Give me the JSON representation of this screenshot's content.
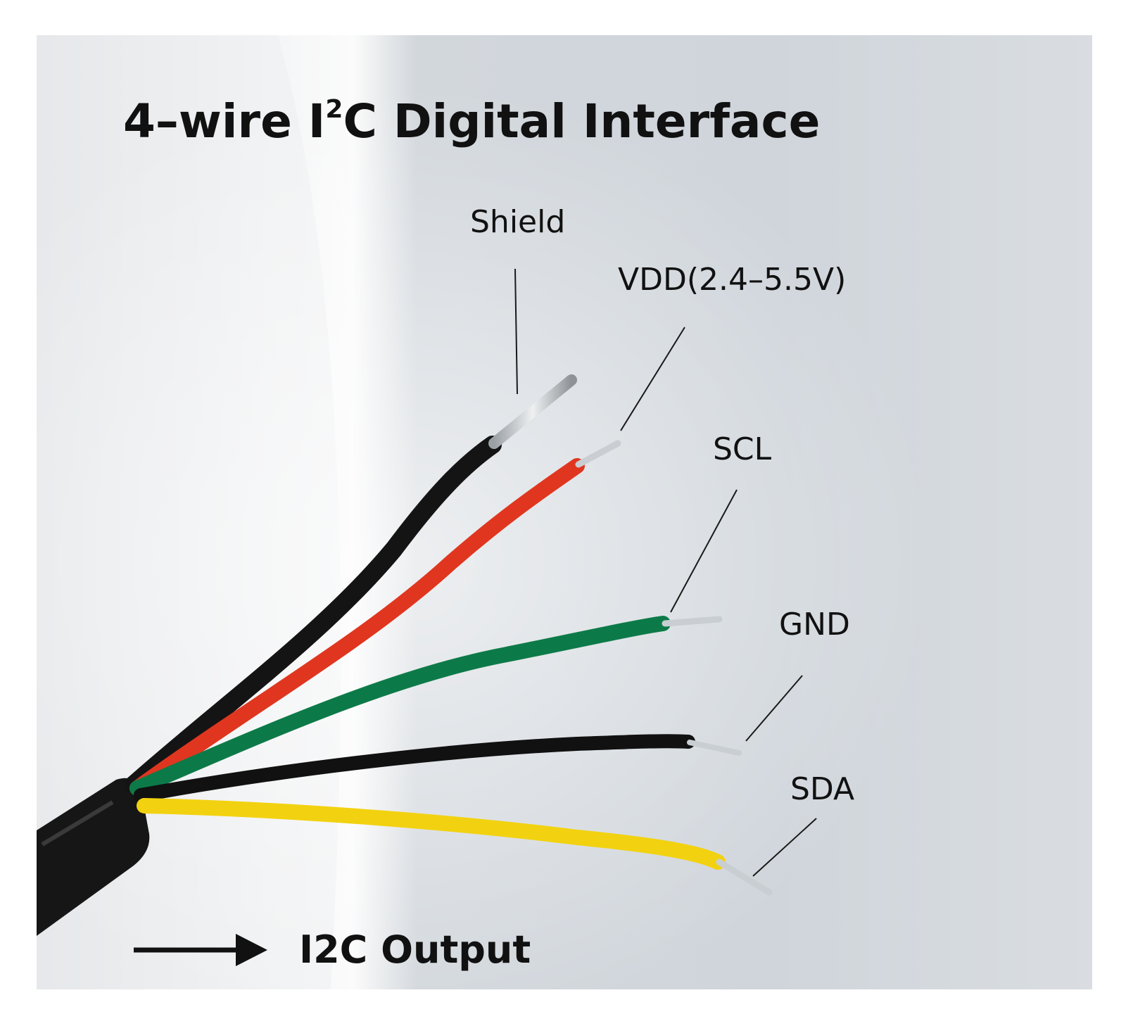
{
  "title": {
    "prefix": "4–wire I",
    "superscript": "2",
    "suffix": "C Digital Interface"
  },
  "labels": {
    "shield": "Shield",
    "vdd": "VDD(2.4–5.5V)",
    "scl": "SCL",
    "gnd": "GND",
    "sda": "SDA"
  },
  "output_label": "I2C Output",
  "colors": {
    "shield_wire": "#141414",
    "vdd_wire": "#e0361f",
    "scl_wire": "#0c7a48",
    "gnd_wire": "#111111",
    "sda_wire": "#f2d210",
    "bare_copper": "#cfd3d6",
    "text": "#111111"
  }
}
